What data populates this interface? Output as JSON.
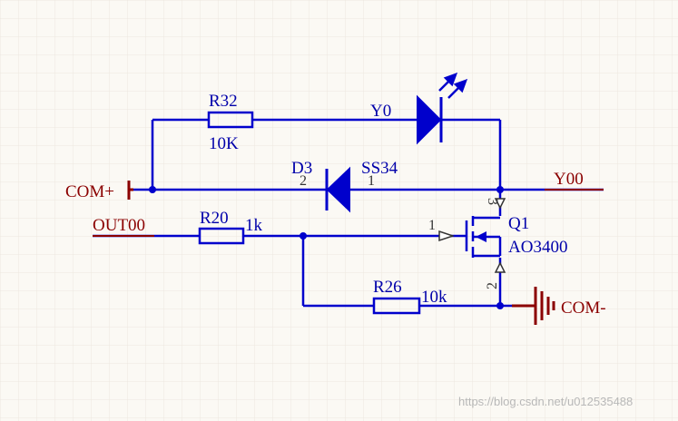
{
  "colors": {
    "background": "#fbf9f4",
    "grid": "#ece8df",
    "wire": "#0000cc",
    "net_label": "#8b0000",
    "designator": "#0000aa"
  },
  "components": {
    "r32": {
      "designator": "R32",
      "value": "10K"
    },
    "y0_led": {
      "designator": "Y0"
    },
    "d3": {
      "designator": "D3",
      "value": "SS34",
      "pin_a": "2",
      "pin_b": "1"
    },
    "r20": {
      "designator": "R20",
      "value": "1k"
    },
    "r26": {
      "designator": "R26",
      "value": "10k"
    },
    "q1": {
      "designator": "Q1",
      "value": "AO3400",
      "pin_gate": "1",
      "pin_source": "2",
      "pin_drain": "3"
    }
  },
  "nets": {
    "com_plus": "COM+",
    "com_minus": "COM-",
    "out00": "OUT00",
    "y00": "Y00"
  },
  "watermark": "https://blog.csdn.net/u012535488"
}
